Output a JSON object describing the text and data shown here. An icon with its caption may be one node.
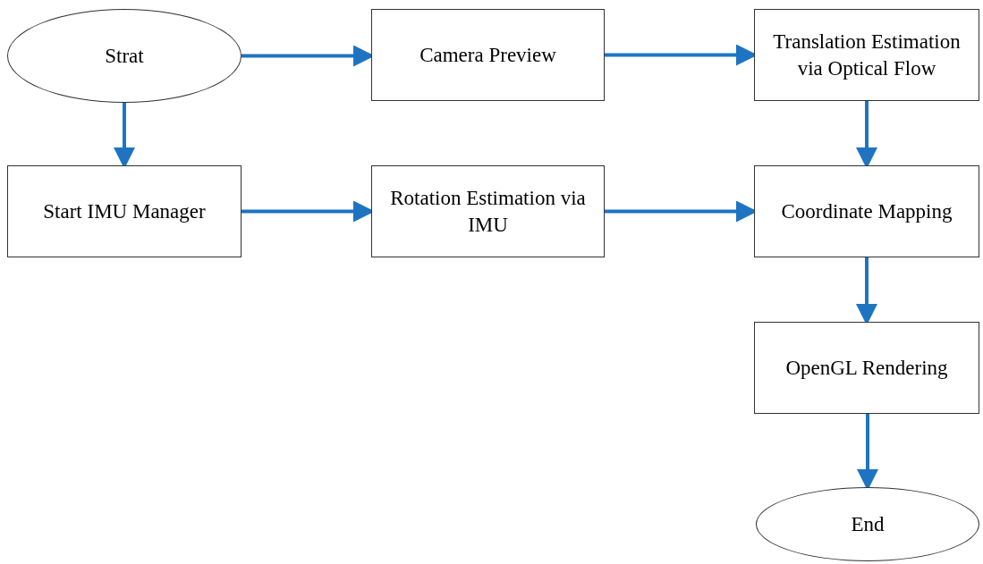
{
  "diagram": {
    "nodes": [
      {
        "text": [
          "Strat"
        ]
      },
      {
        "text": [
          "Camera Preview"
        ]
      },
      {
        "text": [
          "Translation Estimation via Optical Flow"
        ]
      },
      {
        "text": [
          "Start IMU Manager"
        ]
      },
      {
        "text": [
          "Rotation Estimation via IMU"
        ]
      },
      {
        "text": [
          "Coordinate Mapping"
        ]
      },
      {
        "text": [
          "OpenGL Rendering"
        ]
      },
      {
        "text": [
          "End"
        ]
      }
    ],
    "edges": [
      {
        "from": 0,
        "to": 1,
        "arrow": "to"
      },
      {
        "from": 1,
        "to": 2,
        "arrow": "to"
      },
      {
        "from": 0,
        "to": 3,
        "arrow": "to"
      },
      {
        "from": 3,
        "to": 4,
        "arrow": "to"
      },
      {
        "from": 4,
        "to": 5,
        "arrow": "to"
      },
      {
        "from": 2,
        "to": 5,
        "arrow": "to"
      },
      {
        "from": 5,
        "to": 6,
        "arrow": "to"
      },
      {
        "from": 6,
        "to": 7,
        "arrow": "to"
      }
    ]
  }
}
